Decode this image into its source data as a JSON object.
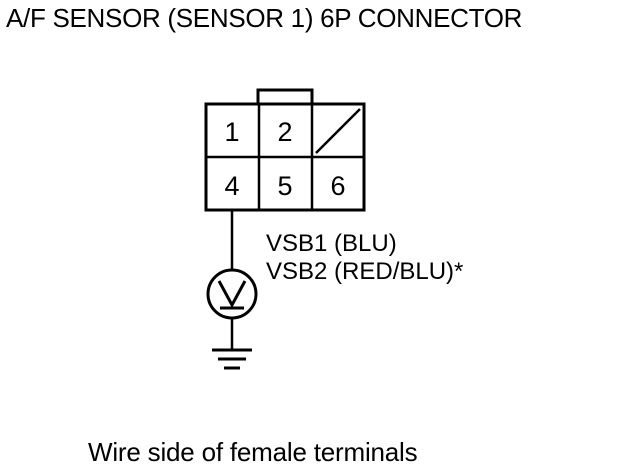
{
  "title": "A/F SENSOR (SENSOR 1) 6P CONNECTOR",
  "connector": {
    "pins_top": [
      "1",
      "2",
      ""
    ],
    "pins_bottom": [
      "4",
      "5",
      "6"
    ]
  },
  "wire_labels": {
    "line1": "VSB1 (BLU)",
    "line2": "VSB2 (RED/BLU)*"
  },
  "caption": "Wire side of female terminals",
  "icons": {
    "meter": "voltmeter-icon",
    "ground": "ground-icon",
    "empty_cavity": "empty-cavity-slash-icon"
  },
  "colors": {
    "line": "#000000",
    "background": "#ffffff"
  }
}
